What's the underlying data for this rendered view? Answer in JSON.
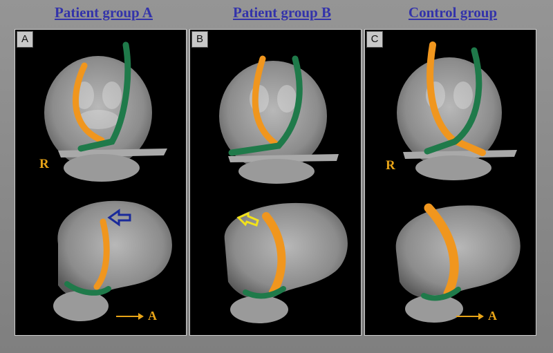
{
  "titles": {
    "a": "Patient group  A",
    "b": "Patient group  B",
    "c": "Control group"
  },
  "panels": {
    "a": {
      "letter": "A",
      "side_label": "R",
      "dir_label": "A"
    },
    "b": {
      "letter": "B"
    },
    "c": {
      "letter": "C",
      "side_label": "R",
      "dir_label": "A"
    }
  },
  "colors": {
    "title": "#3333aa",
    "label": "#e8a417",
    "tract_orange": "#f0961e",
    "tract_green": "#1f7a4a",
    "marker_blue": "#1a2a9a",
    "marker_yellow": "#f2e21a"
  },
  "icons": {
    "marker_a": "hollow-arrow-icon",
    "marker_b": "hollow-arrow-icon",
    "dir_arrow": "right-arrow-icon"
  }
}
